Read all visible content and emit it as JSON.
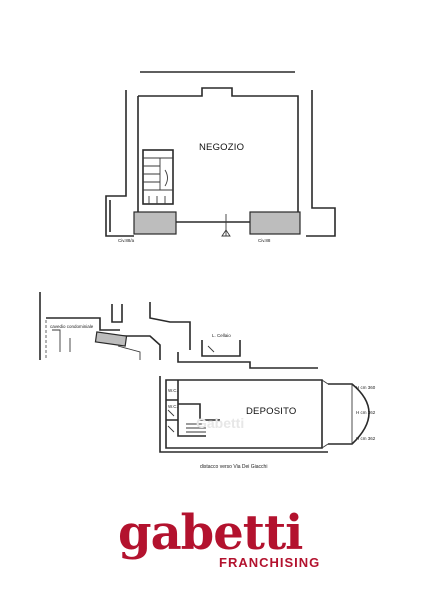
{
  "plans": {
    "top": {
      "room_label": "NEGOZIO",
      "left_note": "Civ.88/a",
      "right_note": "Civ.88"
    },
    "bottom": {
      "room_label": "DEPOSITO",
      "left_note": "cavedio condominiale",
      "mid_note": "L. Cellaio",
      "wc_note_1": "W.C.",
      "wc_note_2": "W.C.",
      "right_notes": [
        "H cm 360",
        "H cm 362",
        "H cm 362"
      ],
      "bottom_note": "distacco verso Via Dei Giacchi",
      "watermark": "Gabetti"
    }
  },
  "branding": {
    "logo_word": "gabetti",
    "logo_sub": "FRANCHISING",
    "brand_color": "#b3122e"
  }
}
